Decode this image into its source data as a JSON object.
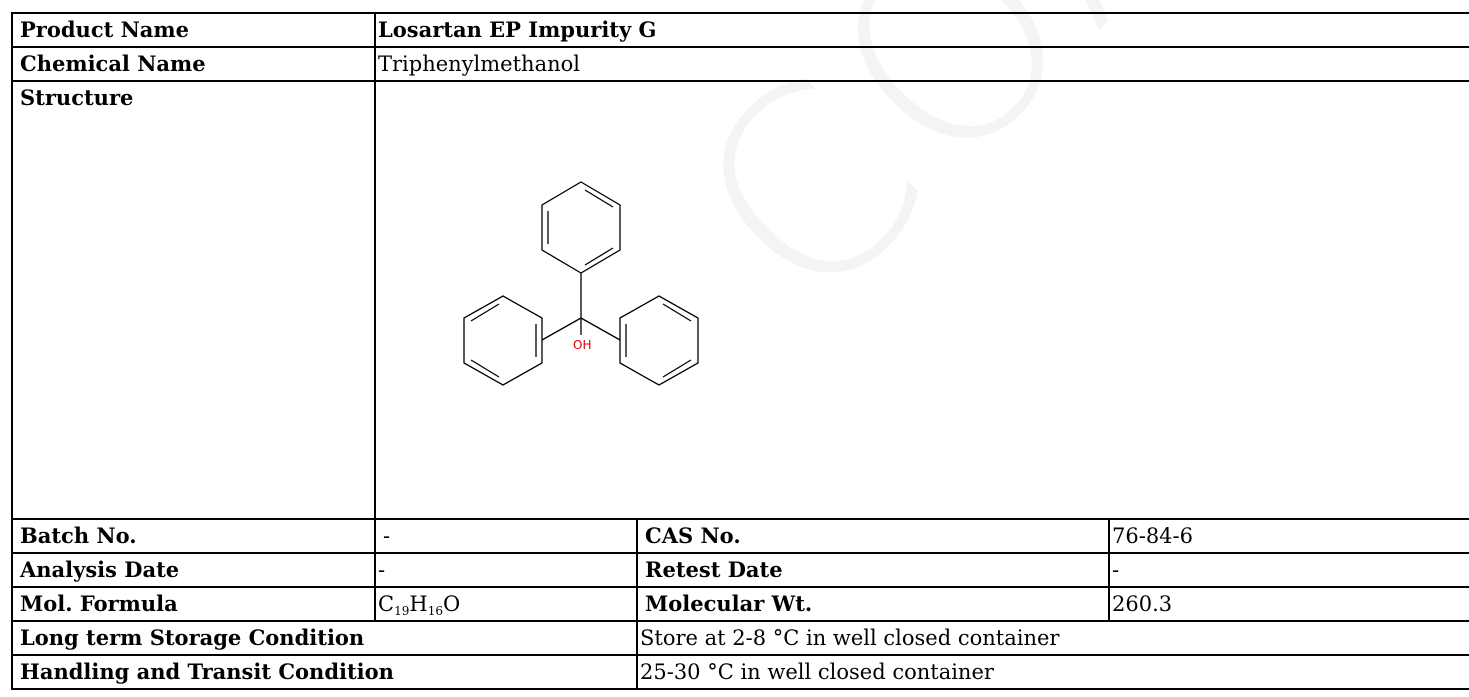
{
  "watermark": "COA",
  "product_name": {
    "label": "Product Name",
    "value": "Losartan EP Impurity G"
  },
  "chemical_name": {
    "label": "Chemical Name",
    "value": "Triphenylmethanol"
  },
  "structure": {
    "label": "Structure",
    "atom_label": "OH",
    "atom_color": "#e00000"
  },
  "batch_no": {
    "label": "Batch No.",
    "value": "-"
  },
  "cas_no": {
    "label": "CAS No.",
    "value": "76-84-6"
  },
  "analysis_date": {
    "label": "Analysis Date",
    "value": "-"
  },
  "retest_date": {
    "label": "Retest Date",
    "value": "-"
  },
  "mol_formula": {
    "label": "Mol. Formula",
    "c": "C",
    "c_count": "19",
    "h": "H",
    "h_count": "16",
    "o": "O"
  },
  "molecular_wt": {
    "label": "Molecular Wt.",
    "value": "260.3"
  },
  "storage": {
    "label": "Long term Storage Condition",
    "value": "Store at 2-8 °C in well closed container"
  },
  "handling": {
    "label": "Handling and Transit Condition",
    "value": "25-30 °C in well closed container"
  }
}
